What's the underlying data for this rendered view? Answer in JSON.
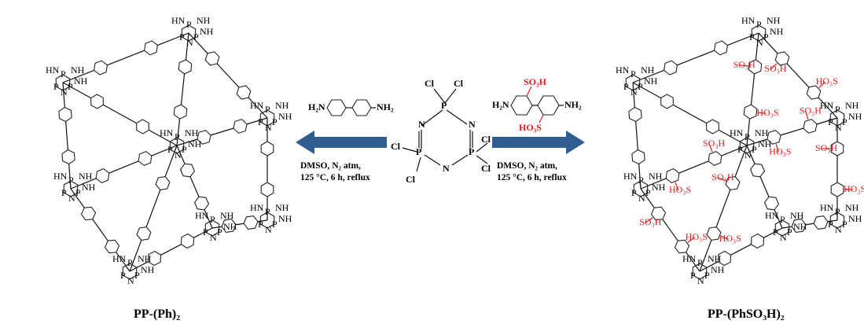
{
  "center": {
    "atoms": {
      "P": "P",
      "N": "N",
      "Cl": "Cl"
    }
  },
  "left_reaction": {
    "reagent_left": "H₂N",
    "reagent_right": "NH₂",
    "conditions": [
      "DMSO, N₂ atm,",
      "125 °C, 6 h, reflux"
    ]
  },
  "right_reaction": {
    "reagent_left": "H₂N",
    "reagent_right": "NH₂",
    "sulfo_top": "SO₃H",
    "sulfo_bottom": "HO₃S",
    "conditions": [
      "DMSO, N₂ atm,",
      "125 °C, 6 h, reflux"
    ]
  },
  "left_product": {
    "label": "PP-(Ph)₂",
    "nh": "NH",
    "hn": "HN",
    "h": "H",
    "n": "N",
    "p": "P"
  },
  "right_product": {
    "label": "PP-(PhSO₃H)₂",
    "so3h": "SO₃H",
    "ho3s": "HO₃S"
  },
  "colors": {
    "arrow": "#2f5d8f",
    "sulfonic": "#e01b1b",
    "ink": "#111111"
  }
}
